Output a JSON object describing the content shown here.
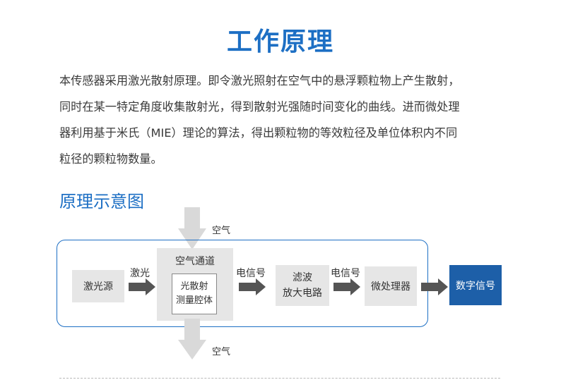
{
  "title": "工作原理",
  "paragraph": [
    "本传感器采用激光散射原理。即令激光照射在空气中的悬浮颗粒物上产生散射，",
    "同时在某一特定角度收集散射光，得到散射光强随时间变化的曲线。进而微处理",
    "器利用基于米氏（MIE）理论的算法，得出颗粒物的等效粒径及单位体积内不同",
    "粒径的颗粒物数量。"
  ],
  "diagram": {
    "heading": "原理示意图",
    "laser_source": "激光源",
    "arrow_laser": "激光",
    "air_channel": "空气通道",
    "chamber": [
      "光散射",
      "测量腔体"
    ],
    "air_in": "空气",
    "air_out": "空气",
    "arrow_signal_1": "电信号",
    "filter_amp": [
      "滤波",
      "放大电路"
    ],
    "arrow_signal_2": "电信号",
    "microprocessor": "微处理器",
    "digital_signal": "数字信号",
    "colors": {
      "accent": "#1d6fc4",
      "output_box": "#1d5fa8",
      "box_fill": "#e6e6e6",
      "arrow": "#555555"
    }
  }
}
